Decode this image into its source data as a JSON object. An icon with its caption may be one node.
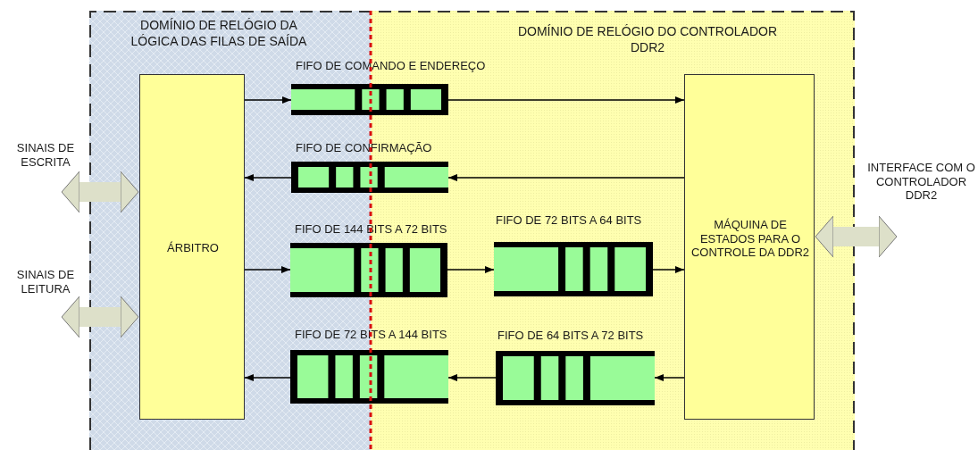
{
  "diagram": {
    "nodes": [
      {
        "text": [
          "ÁRBITRO"
        ]
      },
      {
        "text": [
          "FIFO DE COMANDO E ENDEREÇO"
        ]
      },
      {
        "text": [
          "FIFO DE CONFIRMAÇÃO"
        ]
      },
      {
        "text": [
          "FIFO DE 144 BITS A 72 BITS"
        ]
      },
      {
        "text": [
          "FIFO DE 72 BITS A 64 BITS"
        ]
      },
      {
        "text": [
          "FIFO DE 72 BITS A 144 BITS"
        ]
      },
      {
        "text": [
          "FIFO DE 64 BITS A 72 BITS"
        ]
      },
      {
        "text": [
          "MÁQUINA DE ESTADOS PARA O CONTROLE DA DDR2"
        ]
      }
    ],
    "edges": [
      {
        "from": 0,
        "to": 1,
        "arrow": "to"
      },
      {
        "from": 1,
        "to": 7,
        "arrow": "to"
      },
      {
        "from": 7,
        "to": 2,
        "arrow": "to"
      },
      {
        "from": 2,
        "to": 0,
        "arrow": "to"
      },
      {
        "from": 0,
        "to": 3,
        "arrow": "to"
      },
      {
        "from": 3,
        "to": 4,
        "arrow": "to"
      },
      {
        "from": 4,
        "to": 7,
        "arrow": "to"
      },
      {
        "from": 7,
        "to": 6,
        "arrow": "to"
      },
      {
        "from": 6,
        "to": 5,
        "arrow": "to"
      },
      {
        "from": 5,
        "to": 0,
        "arrow": "to"
      },
      {
        "from": null,
        "to": 0,
        "arrow": "both",
        "style": "thick",
        "color": "#dde0c9"
      },
      {
        "from": null,
        "to": 0,
        "arrow": "both",
        "style": "thick",
        "color": "#dde0c9"
      },
      {
        "from": 7,
        "to": null,
        "arrow": "both",
        "style": "thick",
        "color": "#dde0c9"
      }
    ],
    "labels": [
      "DOMÍNIO DE RELÓGIO DA LÓGICA DAS FILAS DE SAÍDA",
      "DOMÍNIO DE RELÓGIO DO CONTROLADOR DDR2",
      "SINAIS DE ESCRITA",
      "SINAIS DE LEITURA",
      "INTERFACE COM O CONTROLADOR DDR2"
    ]
  }
}
